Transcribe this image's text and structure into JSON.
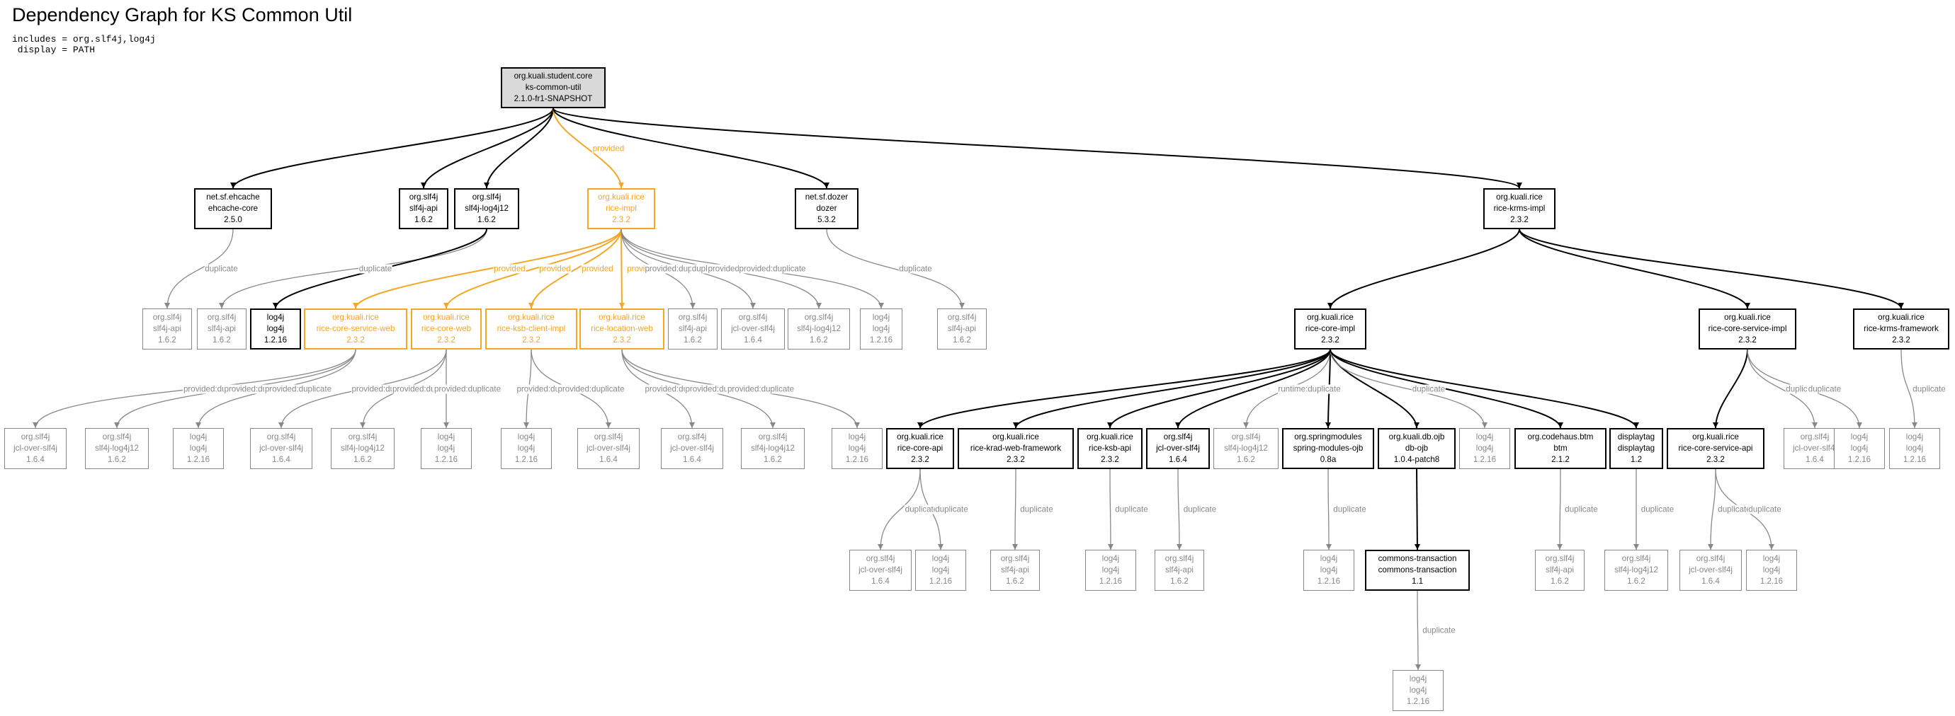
{
  "title": "Dependency Graph for KS Common Util",
  "params": "includes = org.slf4j,log4j\n display = PATH",
  "colors": {
    "normal": "#000000",
    "provided": "#f5a623",
    "muted": "#888888",
    "root_fill": "#d9d9d9"
  },
  "nodes": [
    {
      "id": "root",
      "lines": [
        "org.kuali.student.core",
        "ks-common-util",
        "2.1.0-fr1-SNAPSHOT"
      ],
      "style": "root"
    },
    {
      "id": "ehcache",
      "lines": [
        "net.sf.ehcache",
        "ehcache-core",
        "2.5.0"
      ],
      "style": "normal"
    },
    {
      "id": "slf4japi1",
      "lines": [
        "org.slf4j",
        "slf4j-api",
        "1.6.2"
      ],
      "style": "normal"
    },
    {
      "id": "slf4jlog4j1",
      "lines": [
        "org.slf4j",
        "slf4j-log4j12",
        "1.6.2"
      ],
      "style": "normal"
    },
    {
      "id": "riceimpl",
      "lines": [
        "org.kuali.rice",
        "rice-impl",
        "2.3.2"
      ],
      "style": "provided"
    },
    {
      "id": "dozer",
      "lines": [
        "net.sf.dozer",
        "dozer",
        "5.3.2"
      ],
      "style": "normal"
    },
    {
      "id": "krmsimpl",
      "lines": [
        "org.kuali.rice",
        "rice-krms-impl",
        "2.3.2"
      ],
      "style": "normal"
    },
    {
      "id": "d_slf4japi_a",
      "lines": [
        "org.slf4j",
        "slf4j-api",
        "1.6.2"
      ],
      "style": "muted"
    },
    {
      "id": "d_slf4japi_b",
      "lines": [
        "org.slf4j",
        "slf4j-api",
        "1.6.2"
      ],
      "style": "muted"
    },
    {
      "id": "log4j_main",
      "lines": [
        "log4j",
        "log4j",
        "1.2.16"
      ],
      "style": "normal"
    },
    {
      "id": "coresvcweb",
      "lines": [
        "org.kuali.rice",
        "rice-core-service-web",
        "2.3.2"
      ],
      "style": "provided"
    },
    {
      "id": "coreweb",
      "lines": [
        "org.kuali.rice",
        "rice-core-web",
        "2.3.2"
      ],
      "style": "provided"
    },
    {
      "id": "ksbclient",
      "lines": [
        "org.kuali.rice",
        "rice-ksb-client-impl",
        "2.3.2"
      ],
      "style": "provided"
    },
    {
      "id": "locweb",
      "lines": [
        "org.kuali.rice",
        "rice-location-web",
        "2.3.2"
      ],
      "style": "provided"
    },
    {
      "id": "d_ri_slf4japi",
      "lines": [
        "org.slf4j",
        "slf4j-api",
        "1.6.2"
      ],
      "style": "muted"
    },
    {
      "id": "d_ri_jcl",
      "lines": [
        "org.slf4j",
        "jcl-over-slf4j",
        "1.6.4"
      ],
      "style": "muted"
    },
    {
      "id": "d_ri_slf4jlog4j",
      "lines": [
        "org.slf4j",
        "slf4j-log4j12",
        "1.6.2"
      ],
      "style": "muted"
    },
    {
      "id": "d_ri_log4j",
      "lines": [
        "log4j",
        "log4j",
        "1.2.16"
      ],
      "style": "muted"
    },
    {
      "id": "d_dozer_slf4japi",
      "lines": [
        "org.slf4j",
        "slf4j-api",
        "1.6.2"
      ],
      "style": "muted"
    },
    {
      "id": "csw_jcl",
      "lines": [
        "org.slf4j",
        "jcl-over-slf4j",
        "1.6.4"
      ],
      "style": "muted"
    },
    {
      "id": "csw_slf4jlog4j",
      "lines": [
        "org.slf4j",
        "slf4j-log4j12",
        "1.6.2"
      ],
      "style": "muted"
    },
    {
      "id": "csw_log4j",
      "lines": [
        "log4j",
        "log4j",
        "1.2.16"
      ],
      "style": "muted"
    },
    {
      "id": "cw_jcl",
      "lines": [
        "org.slf4j",
        "jcl-over-slf4j",
        "1.6.4"
      ],
      "style": "muted"
    },
    {
      "id": "cw_slf4jlog4j",
      "lines": [
        "org.slf4j",
        "slf4j-log4j12",
        "1.6.2"
      ],
      "style": "muted"
    },
    {
      "id": "cw_log4j",
      "lines": [
        "log4j",
        "log4j",
        "1.2.16"
      ],
      "style": "muted"
    },
    {
      "id": "ksb_log4j",
      "lines": [
        "log4j",
        "log4j",
        "1.2.16"
      ],
      "style": "muted"
    },
    {
      "id": "ksb_jcl",
      "lines": [
        "org.slf4j",
        "jcl-over-slf4j",
        "1.6.4"
      ],
      "style": "muted"
    },
    {
      "id": "lw_jcl",
      "lines": [
        "org.slf4j",
        "jcl-over-slf4j",
        "1.6.4"
      ],
      "style": "muted"
    },
    {
      "id": "lw_slf4jlog4j",
      "lines": [
        "org.slf4j",
        "slf4j-log4j12",
        "1.6.2"
      ],
      "style": "muted"
    },
    {
      "id": "lw_log4j",
      "lines": [
        "log4j",
        "log4j",
        "1.2.16"
      ],
      "style": "muted"
    },
    {
      "id": "rcimpl",
      "lines": [
        "org.kuali.rice",
        "rice-core-impl",
        "2.3.2"
      ],
      "style": "normal"
    },
    {
      "id": "rcsimpl",
      "lines": [
        "org.kuali.rice",
        "rice-core-service-impl",
        "2.3.2"
      ],
      "style": "normal"
    },
    {
      "id": "krmsfw",
      "lines": [
        "org.kuali.rice",
        "rice-krms-framework",
        "2.3.2"
      ],
      "style": "normal"
    },
    {
      "id": "rcapi",
      "lines": [
        "org.kuali.rice",
        "rice-core-api",
        "2.3.2"
      ],
      "style": "normal"
    },
    {
      "id": "kradfw",
      "lines": [
        "org.kuali.rice",
        "rice-krad-web-framework",
        "2.3.2"
      ],
      "style": "normal"
    },
    {
      "id": "ksbapi",
      "lines": [
        "org.kuali.rice",
        "rice-ksb-api",
        "2.3.2"
      ],
      "style": "normal"
    },
    {
      "id": "jcl_main",
      "lines": [
        "org.slf4j",
        "jcl-over-slf4j",
        "1.6.4"
      ],
      "style": "normal"
    },
    {
      "id": "rci_slf4jlog4j",
      "lines": [
        "org.slf4j",
        "slf4j-log4j12",
        "1.6.2"
      ],
      "style": "muted"
    },
    {
      "id": "springojb",
      "lines": [
        "org.springmodules",
        "spring-modules-ojb",
        "0.8a"
      ],
      "style": "normal"
    },
    {
      "id": "dbojb",
      "lines": [
        "org.kuali.db.ojb",
        "db-ojb",
        "1.0.4-patch8"
      ],
      "style": "normal"
    },
    {
      "id": "rci_log4j",
      "lines": [
        "log4j",
        "log4j",
        "1.2.16"
      ],
      "style": "muted"
    },
    {
      "id": "btm",
      "lines": [
        "org.codehaus.btm",
        "btm",
        "2.1.2"
      ],
      "style": "normal"
    },
    {
      "id": "displaytag",
      "lines": [
        "displaytag",
        "displaytag",
        "1.2"
      ],
      "style": "normal"
    },
    {
      "id": "rcsapi",
      "lines": [
        "org.kuali.rice",
        "rice-core-service-api",
        "2.3.2"
      ],
      "style": "normal"
    },
    {
      "id": "rcsi_jcl",
      "lines": [
        "org.slf4j",
        "jcl-over-slf4j",
        "1.6.4"
      ],
      "style": "muted"
    },
    {
      "id": "rcsi_log4j",
      "lines": [
        "log4j",
        "log4j",
        "1.2.16"
      ],
      "style": "muted"
    },
    {
      "id": "kfw_log4j",
      "lines": [
        "log4j",
        "log4j",
        "1.2.16"
      ],
      "style": "muted"
    },
    {
      "id": "rcapi_jcl",
      "lines": [
        "org.slf4j",
        "jcl-over-slf4j",
        "1.6.4"
      ],
      "style": "muted"
    },
    {
      "id": "rcapi_log4j",
      "lines": [
        "log4j",
        "log4j",
        "1.2.16"
      ],
      "style": "muted"
    },
    {
      "id": "krad_slf4japi",
      "lines": [
        "org.slf4j",
        "slf4j-api",
        "1.6.2"
      ],
      "style": "muted"
    },
    {
      "id": "ksbapi_log4j",
      "lines": [
        "log4j",
        "log4j",
        "1.2.16"
      ],
      "style": "muted"
    },
    {
      "id": "jcl_slf4japi",
      "lines": [
        "org.slf4j",
        "slf4j-api",
        "1.6.2"
      ],
      "style": "muted"
    },
    {
      "id": "spring_log4j",
      "lines": [
        "log4j",
        "log4j",
        "1.2.16"
      ],
      "style": "muted"
    },
    {
      "id": "commons_tx",
      "lines": [
        "commons-transaction",
        "commons-transaction",
        "1.1"
      ],
      "style": "normal"
    },
    {
      "id": "btm_slf4japi",
      "lines": [
        "org.slf4j",
        "slf4j-api",
        "1.6.2"
      ],
      "style": "muted"
    },
    {
      "id": "dt_slf4jlog4j",
      "lines": [
        "org.slf4j",
        "slf4j-log4j12",
        "1.6.2"
      ],
      "style": "muted"
    },
    {
      "id": "rcsapi_jcl",
      "lines": [
        "org.slf4j",
        "jcl-over-slf4j",
        "1.6.4"
      ],
      "style": "muted"
    },
    {
      "id": "rcsapi_log4j",
      "lines": [
        "log4j",
        "log4j",
        "1.2.16"
      ],
      "style": "muted"
    },
    {
      "id": "ct_log4j",
      "lines": [
        "log4j",
        "log4j",
        "1.2.16"
      ],
      "style": "muted"
    }
  ],
  "edges": [
    {
      "from": "root",
      "to": "ehcache",
      "style": "normal",
      "label": ""
    },
    {
      "from": "root",
      "to": "slf4japi1",
      "style": "normal",
      "label": ""
    },
    {
      "from": "root",
      "to": "slf4jlog4j1",
      "style": "normal",
      "label": ""
    },
    {
      "from": "root",
      "to": "riceimpl",
      "style": "provided",
      "label": "provided"
    },
    {
      "from": "root",
      "to": "dozer",
      "style": "normal",
      "label": ""
    },
    {
      "from": "root",
      "to": "krmsimpl",
      "style": "normal",
      "label": ""
    },
    {
      "from": "ehcache",
      "to": "d_slf4japi_a",
      "style": "muted",
      "label": "duplicate"
    },
    {
      "from": "slf4jlog4j1",
      "to": "d_slf4japi_b",
      "style": "muted",
      "label": "duplicate"
    },
    {
      "from": "slf4jlog4j1",
      "to": "log4j_main",
      "style": "normal",
      "label": ""
    },
    {
      "from": "riceimpl",
      "to": "coresvcweb",
      "style": "provided",
      "label": "provided"
    },
    {
      "from": "riceimpl",
      "to": "coreweb",
      "style": "provided",
      "label": "provided"
    },
    {
      "from": "riceimpl",
      "to": "ksbclient",
      "style": "provided",
      "label": "provided"
    },
    {
      "from": "riceimpl",
      "to": "locweb",
      "style": "provided",
      "label": "provided"
    },
    {
      "from": "riceimpl",
      "to": "d_ri_slf4japi",
      "style": "muted",
      "label": "provided:duplicate"
    },
    {
      "from": "riceimpl",
      "to": "d_ri_jcl",
      "style": "muted",
      "label": "duplicate"
    },
    {
      "from": "riceimpl",
      "to": "d_ri_slf4jlog4j",
      "style": "muted",
      "label": "provided:duplicate"
    },
    {
      "from": "riceimpl",
      "to": "d_ri_log4j",
      "style": "muted",
      "label": "provided:duplicate"
    },
    {
      "from": "dozer",
      "to": "d_dozer_slf4japi",
      "style": "muted",
      "label": "duplicate"
    },
    {
      "from": "coresvcweb",
      "to": "csw_jcl",
      "style": "muted",
      "label": "provided:duplicate"
    },
    {
      "from": "coresvcweb",
      "to": "csw_slf4jlog4j",
      "style": "muted",
      "label": "provided:duplicate"
    },
    {
      "from": "coresvcweb",
      "to": "csw_log4j",
      "style": "muted",
      "label": "provided:duplicate"
    },
    {
      "from": "coreweb",
      "to": "cw_jcl",
      "style": "muted",
      "label": "provided:duplicate"
    },
    {
      "from": "coreweb",
      "to": "cw_slf4jlog4j",
      "style": "muted",
      "label": "provided:duplicate"
    },
    {
      "from": "coreweb",
      "to": "cw_log4j",
      "style": "muted",
      "label": "provided:duplicate"
    },
    {
      "from": "ksbclient",
      "to": "ksb_log4j",
      "style": "muted",
      "label": "provided:duplicate"
    },
    {
      "from": "ksbclient",
      "to": "ksb_jcl",
      "style": "muted",
      "label": "provided:duplicate"
    },
    {
      "from": "locweb",
      "to": "lw_jcl",
      "style": "muted",
      "label": "provided:duplicate"
    },
    {
      "from": "locweb",
      "to": "lw_slf4jlog4j",
      "style": "muted",
      "label": "provided:duplicate"
    },
    {
      "from": "locweb",
      "to": "lw_log4j",
      "style": "muted",
      "label": "provided:duplicate"
    },
    {
      "from": "krmsimpl",
      "to": "rcimpl",
      "style": "normal",
      "label": ""
    },
    {
      "from": "krmsimpl",
      "to": "rcsimpl",
      "style": "normal",
      "label": ""
    },
    {
      "from": "krmsimpl",
      "to": "krmsfw",
      "style": "normal",
      "label": ""
    },
    {
      "from": "rcimpl",
      "to": "rcapi",
      "style": "normal",
      "label": ""
    },
    {
      "from": "rcimpl",
      "to": "kradfw",
      "style": "normal",
      "label": ""
    },
    {
      "from": "rcimpl",
      "to": "ksbapi",
      "style": "normal",
      "label": ""
    },
    {
      "from": "rcimpl",
      "to": "jcl_main",
      "style": "normal",
      "label": ""
    },
    {
      "from": "rcimpl",
      "to": "rci_slf4jlog4j",
      "style": "muted",
      "label": "runtime:duplicate"
    },
    {
      "from": "rcimpl",
      "to": "springojb",
      "style": "normal",
      "label": ""
    },
    {
      "from": "rcimpl",
      "to": "dbojb",
      "style": "normal",
      "label": ""
    },
    {
      "from": "rcimpl",
      "to": "rci_log4j",
      "style": "muted",
      "label": "duplicate"
    },
    {
      "from": "rcimpl",
      "to": "btm",
      "style": "normal",
      "label": ""
    },
    {
      "from": "rcimpl",
      "to": "displaytag",
      "style": "normal",
      "label": ""
    },
    {
      "from": "rcsimpl",
      "to": "rcsapi",
      "style": "normal",
      "label": ""
    },
    {
      "from": "rcsimpl",
      "to": "rcsi_jcl",
      "style": "muted",
      "label": "duplicate"
    },
    {
      "from": "rcsimpl",
      "to": "rcsi_log4j",
      "style": "muted",
      "label": "duplicate"
    },
    {
      "from": "krmsfw",
      "to": "kfw_log4j",
      "style": "muted",
      "label": "duplicate"
    },
    {
      "from": "rcapi",
      "to": "rcapi_jcl",
      "style": "muted",
      "label": "duplicate"
    },
    {
      "from": "rcapi",
      "to": "rcapi_log4j",
      "style": "muted",
      "label": "duplicate"
    },
    {
      "from": "kradfw",
      "to": "krad_slf4japi",
      "style": "muted",
      "label": "duplicate"
    },
    {
      "from": "ksbapi",
      "to": "ksbapi_log4j",
      "style": "muted",
      "label": "duplicate"
    },
    {
      "from": "jcl_main",
      "to": "jcl_slf4japi",
      "style": "muted",
      "label": "duplicate"
    },
    {
      "from": "springojb",
      "to": "spring_log4j",
      "style": "muted",
      "label": "duplicate"
    },
    {
      "from": "dbojb",
      "to": "commons_tx",
      "style": "normal",
      "label": ""
    },
    {
      "from": "btm",
      "to": "btm_slf4japi",
      "style": "muted",
      "label": "duplicate"
    },
    {
      "from": "displaytag",
      "to": "dt_slf4jlog4j",
      "style": "muted",
      "label": "duplicate"
    },
    {
      "from": "rcsapi",
      "to": "rcsapi_jcl",
      "style": "muted",
      "label": "duplicate"
    },
    {
      "from": "rcsapi",
      "to": "rcsapi_log4j",
      "style": "muted",
      "label": "duplicate"
    },
    {
      "from": "commons_tx",
      "to": "ct_log4j",
      "style": "muted",
      "label": "duplicate"
    }
  ]
}
